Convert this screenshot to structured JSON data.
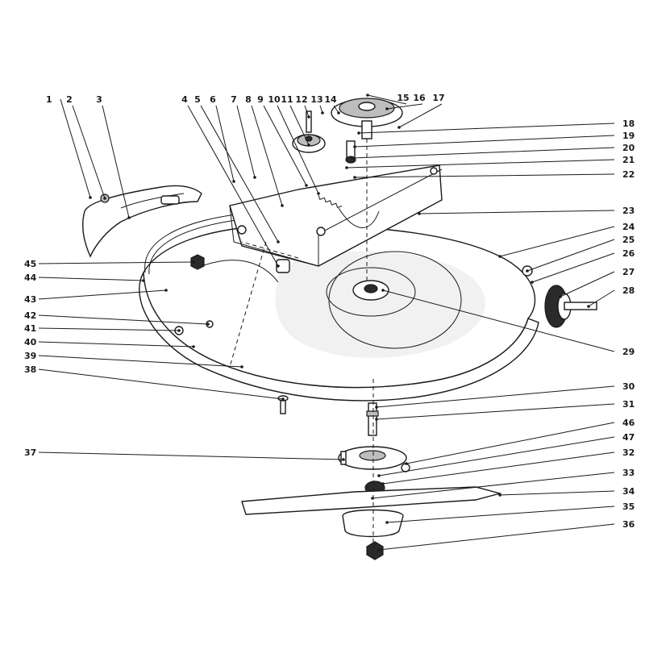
{
  "diagram": {
    "callouts": [
      {
        "id": "1",
        "label": "1"
      },
      {
        "id": "2",
        "label": "2"
      },
      {
        "id": "3",
        "label": "3"
      },
      {
        "id": "4",
        "label": "4"
      },
      {
        "id": "5",
        "label": "5"
      },
      {
        "id": "6",
        "label": "6"
      },
      {
        "id": "7",
        "label": "7"
      },
      {
        "id": "8",
        "label": "8"
      },
      {
        "id": "10",
        "label": "10"
      },
      {
        "id": "9",
        "label": "9"
      },
      {
        "id": "11",
        "label": "11"
      },
      {
        "id": "12",
        "label": "12"
      },
      {
        "id": "13",
        "label": "13"
      },
      {
        "id": "14",
        "label": "14"
      },
      {
        "id": "15",
        "label": "15"
      },
      {
        "id": "16",
        "label": "16"
      },
      {
        "id": "17",
        "label": "17"
      },
      {
        "id": "18",
        "label": "18"
      },
      {
        "id": "19",
        "label": "19"
      },
      {
        "id": "20",
        "label": "20"
      },
      {
        "id": "21",
        "label": "21"
      },
      {
        "id": "22",
        "label": "22"
      },
      {
        "id": "23",
        "label": "23"
      },
      {
        "id": "24",
        "label": "24"
      },
      {
        "id": "25",
        "label": "25"
      },
      {
        "id": "26",
        "label": "26"
      },
      {
        "id": "27",
        "label": "27"
      },
      {
        "id": "28",
        "label": "28"
      },
      {
        "id": "29",
        "label": "29"
      },
      {
        "id": "30",
        "label": "30"
      },
      {
        "id": "31",
        "label": "31"
      },
      {
        "id": "46",
        "label": "46"
      },
      {
        "id": "47",
        "label": "47"
      },
      {
        "id": "32",
        "label": "32"
      },
      {
        "id": "33",
        "label": "33"
      },
      {
        "id": "34",
        "label": "34"
      },
      {
        "id": "35",
        "label": "35"
      },
      {
        "id": "36",
        "label": "36"
      },
      {
        "id": "37",
        "label": "37"
      },
      {
        "id": "38",
        "label": "38"
      },
      {
        "id": "39",
        "label": "39"
      },
      {
        "id": "40",
        "label": "40"
      },
      {
        "id": "41",
        "label": "41"
      },
      {
        "id": "42",
        "label": "42"
      },
      {
        "id": "43",
        "label": "43"
      },
      {
        "id": "44",
        "label": "44"
      },
      {
        "id": "45",
        "label": "45"
      }
    ]
  }
}
